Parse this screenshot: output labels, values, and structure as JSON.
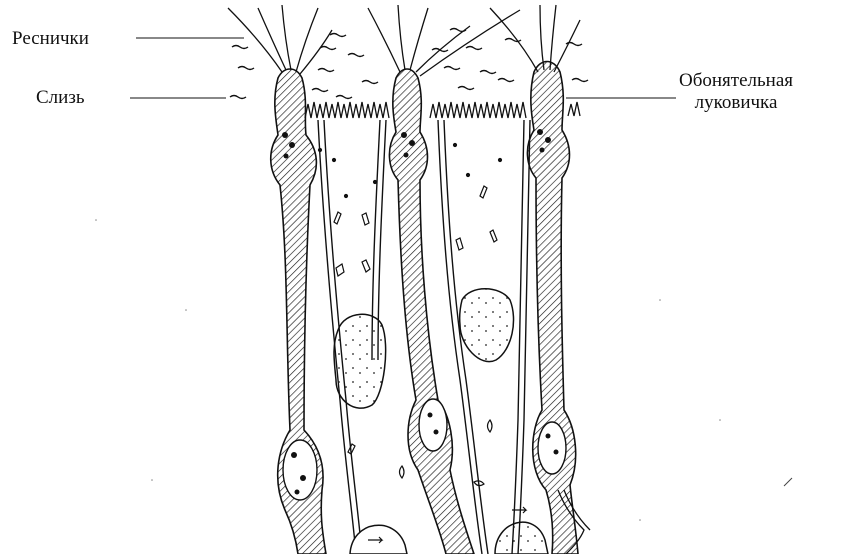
{
  "labels": {
    "cilia": "Реснички",
    "mucus": "Слизь",
    "olfactory_bulb_line1": "Обонятельная",
    "olfactory_bulb_line2": "луковичка"
  },
  "colors": {
    "ink": "#111111",
    "paper": "#ffffff",
    "hatch": "#1a1a1a"
  }
}
